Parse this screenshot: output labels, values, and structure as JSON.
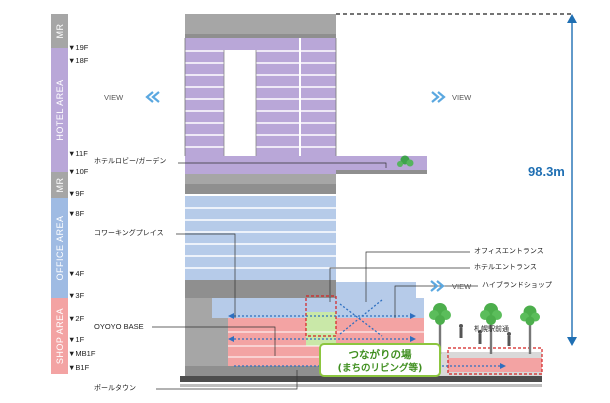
{
  "zones": {
    "mr_top": "MR",
    "hotel": "HOTEL AREA",
    "mr_mid": "MR",
    "office": "OFFICE AREA",
    "shop": "SHOP AREA"
  },
  "floors": {
    "f19": "▼19F",
    "f18": "▼18F",
    "f11": "▼11F",
    "f10": "▼10F",
    "f9": "▼9F",
    "f8": "▼8F",
    "f4": "▼4F",
    "f3": "▼3F",
    "f2": "▼2F",
    "f1": "▼1F",
    "mb1": "▼MB1F",
    "b1": "▼B1F"
  },
  "callouts": {
    "hotel_lobby": "ホテルロビー/ガーデン",
    "coworking": "コワーキングプレイス",
    "oyoyo": "OYOYO BASE",
    "ball_town": "ポールタウン",
    "office_entrance": "オフィスエントランス",
    "hotel_entrance": "ホテルエントランス",
    "highland_shop": "ハイブランドショップ"
  },
  "view_left": "VIEW",
  "view_right": "VIEW",
  "view_lower": "VIEW",
  "height": "98.3m",
  "street": "札幌駅前通",
  "tsunagari": {
    "line1": "つながりの場",
    "line2": "(まちのリビング等)"
  },
  "colors": {
    "hotel": "#b9a7d8",
    "office": "#b6cbe9",
    "shop": "#f3a3a3",
    "mr": "#a6a6a6",
    "green": "#8cc63f",
    "blue_accent": "#1f6fb3"
  }
}
